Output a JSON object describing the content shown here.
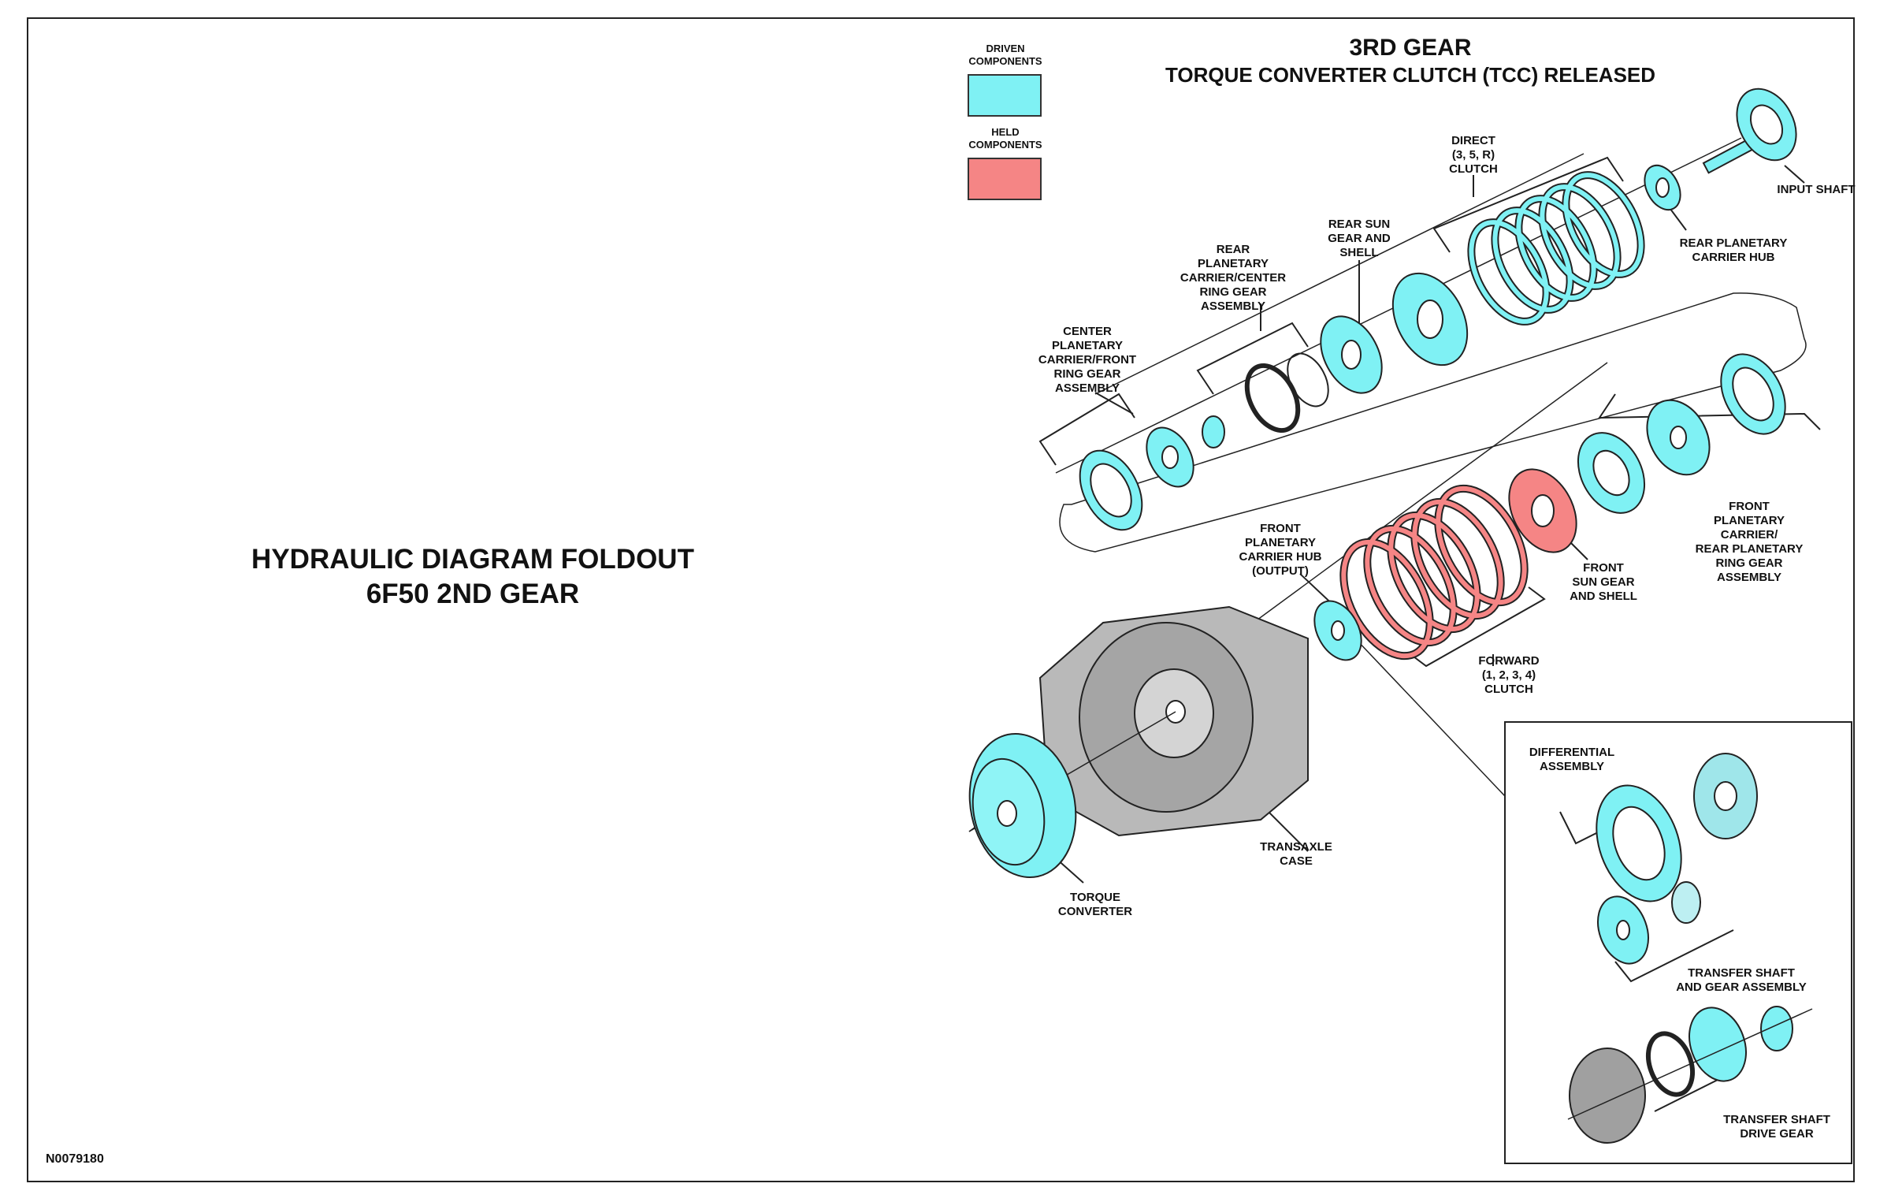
{
  "main_title": {
    "line1": "HYDRAULIC DIAGRAM FOLDOUT",
    "line2": "6F50 2ND GEAR"
  },
  "gear_title": "3RD GEAR",
  "gear_subtitle": "TORQUE CONVERTER CLUTCH (TCC) RELEASED",
  "legend": {
    "driven_label": "DRIVEN\nCOMPONENTS",
    "driven_color": "#7ff1f4",
    "held_label": "HELD\nCOMPONENTS",
    "held_color": "#f58585"
  },
  "colors": {
    "outline": "#222222",
    "driven_fill": "#7ff1f4",
    "held_fill": "#f58585",
    "case_fill": "#b9b9b9"
  },
  "components": {
    "input_shaft": "INPUT SHAFT",
    "rear_planetary_carrier_hub": "REAR PLANETARY\nCARRIER HUB",
    "direct_clutch": "DIRECT\n(3, 5, R)\nCLUTCH",
    "rear_sun_gear": "REAR SUN\nGEAR AND\nSHELL",
    "rear_planetary_carrier": "REAR\nPLANETARY\nCARRIER/CENTER\nRING GEAR\nASSEMBLY",
    "center_planetary_carrier": "CENTER\nPLANETARY\nCARRIER/FRONT\nRING GEAR\nASSEMBLY",
    "front_planetary_carrier": "FRONT\nPLANETARY\nCARRIER/\nREAR PLANETARY\nRING GEAR\nASSEMBLY",
    "front_sun_gear": "FRONT\nSUN GEAR\nAND SHELL",
    "front_planetary_carrier_hub": "FRONT\nPLANETARY\nCARRIER HUB\n(OUTPUT)",
    "forward_clutch": "FORWARD\n(1, 2, 3, 4)\nCLUTCH",
    "transaxle_case": "TRANSAXLE\nCASE",
    "torque_converter": "TORQUE\nCONVERTER",
    "differential_assembly": "DIFFERENTIAL\nASSEMBLY",
    "transfer_shaft_gear": "TRANSFER SHAFT\nAND GEAR ASSEMBLY",
    "transfer_shaft_drive_gear": "TRANSFER SHAFT\nDRIVE GEAR"
  },
  "document_id": "N0079180"
}
